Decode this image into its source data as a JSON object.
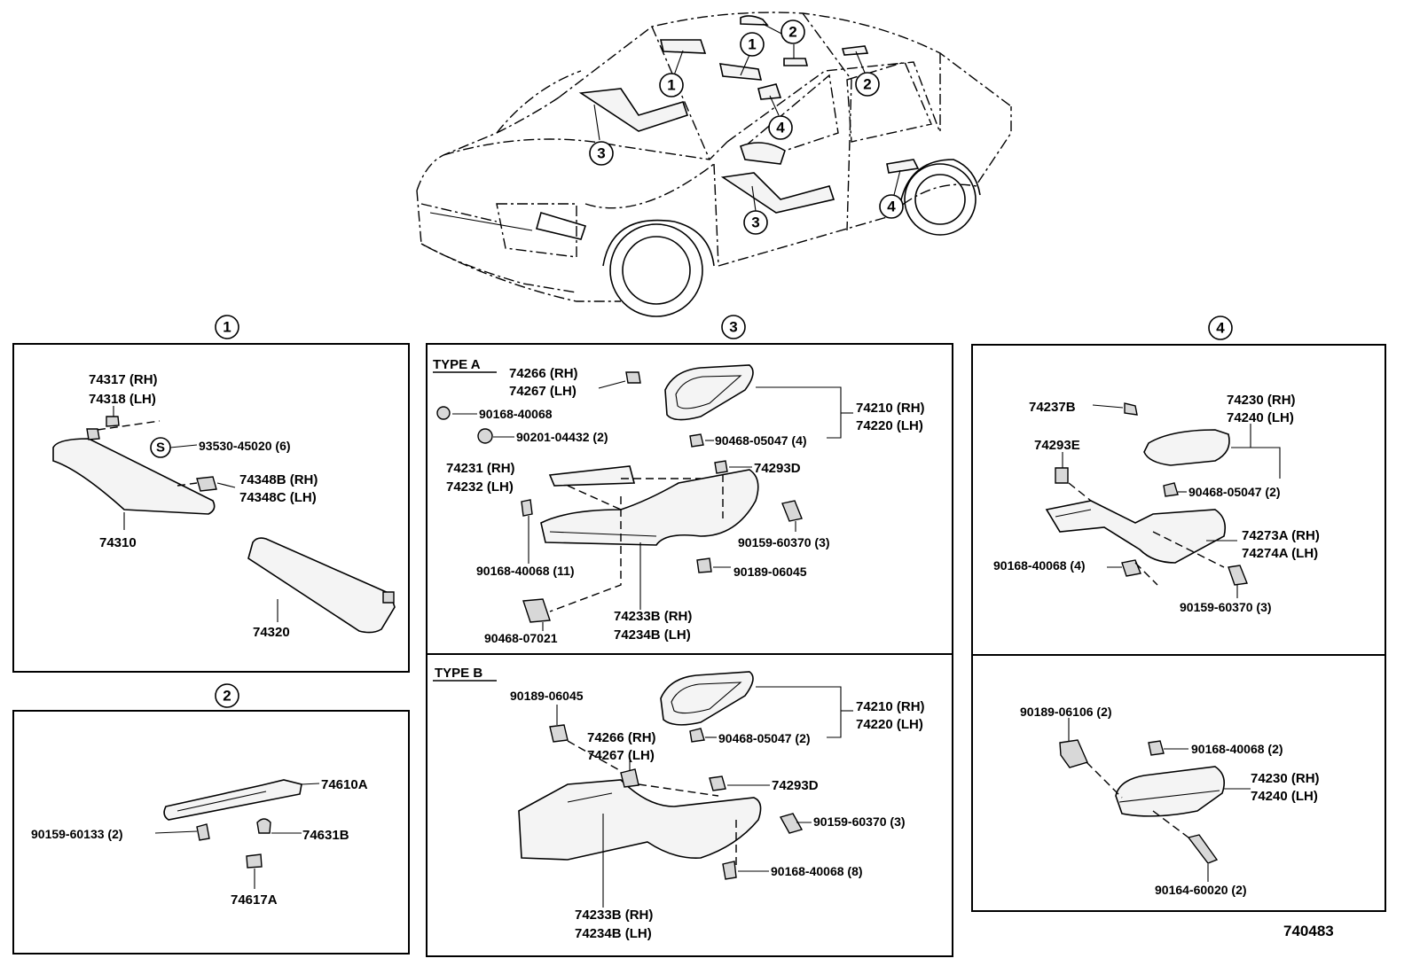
{
  "callouts": {
    "one": "1",
    "two": "2",
    "three": "3",
    "four": "4"
  },
  "sec1": {
    "a1": "74317 (RH)",
    "a2": "74318 (LH)",
    "b": "93530-45020 (6)",
    "s": "S",
    "c1": "74348B (RH)",
    "c2": "74348C (LH)",
    "d": "74310",
    "e": "74320"
  },
  "sec2": {
    "a": "74610A",
    "b": "90159-60133 (2)",
    "c": "74631B",
    "d": "74617A"
  },
  "sec3a": {
    "type": "TYPE  A",
    "a1": "74266 (RH)",
    "a2": "74267 (LH)",
    "b": "90168-40068",
    "c": "90201-04432 (2)",
    "d1": "74210 (RH)",
    "d2": "74220 (LH)",
    "e": "90468-05047 (4)",
    "f1": "74231 (RH)",
    "f2": "74232 (LH)",
    "g": "74293D",
    "h": "90159-60370 (3)",
    "i": "90168-40068 (11)",
    "j": "90189-06045",
    "k1": "74233B (RH)",
    "k2": "74234B (LH)",
    "l": "90468-07021"
  },
  "sec3b": {
    "type": "TYPE  B",
    "a": "90189-06045",
    "b1": "74266 (RH)",
    "b2": "74267 (LH)",
    "c1": "74210 (RH)",
    "c2": "74220 (LH)",
    "d": "90468-05047 (2)",
    "e": "74293D",
    "f": "90159-60370 (3)",
    "g": "90168-40068 (8)",
    "h1": "74233B (RH)",
    "h2": "74234B (LH)"
  },
  "sec4a": {
    "a": "74237B",
    "b1": "74230 (RH)",
    "b2": "74240 (LH)",
    "c": "74293E",
    "d": "90468-05047 (2)",
    "e1": "74273A (RH)",
    "e2": "74274A (LH)",
    "f": "90168-40068 (4)",
    "g": "90159-60370 (3)"
  },
  "sec4b": {
    "a": "90189-06106 (2)",
    "b": "90168-40068 (2)",
    "c1": "74230 (RH)",
    "c2": "74240 (LH)",
    "d": "90164-60020 (2)"
  },
  "figure_no": "740483"
}
